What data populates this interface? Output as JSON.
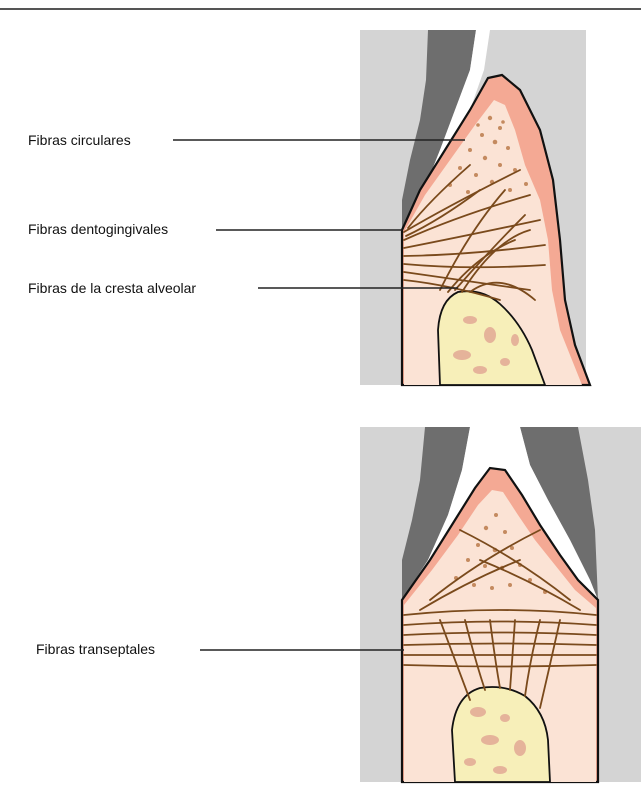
{
  "labels": {
    "circulares": "Fibras circulares",
    "dentogingivales": "Fibras dentogingivales",
    "cresta_alveolar": "Fibras de la cresta alveolar",
    "transeptales": "Fibras transeptales"
  },
  "colors": {
    "tooth_gray": "#d4d4d4",
    "enamel_dark": "#6e6e6e",
    "gingiva_outer": "#f4a994",
    "gingiva_inner": "#fbe3d5",
    "bone": "#f7efb9",
    "fiber": "#7a4a1c"
  }
}
